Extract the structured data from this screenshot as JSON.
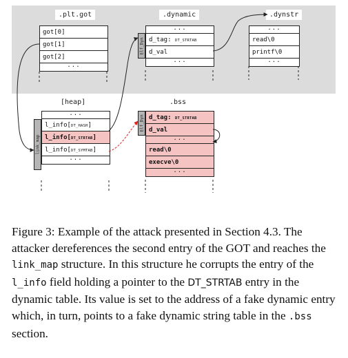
{
  "sections": {
    "plt_got": ".plt.got",
    "dynamic": ".dynamic",
    "dynstr": ".dynstr",
    "heap": "[heap]",
    "bss": ".bss"
  },
  "got": {
    "rows": [
      "got[0]",
      "got[1]",
      "got[2]"
    ],
    "ellipsis": "..."
  },
  "dynamic": {
    "tab_label": "Elf_Dyn",
    "ellipsis": "...",
    "tag_label": "d_tag: ",
    "tag_value": "DT_STRTAB",
    "val_label": "d_val"
  },
  "dynstr": {
    "ellipsis": "...",
    "entries": [
      "read\\0",
      "printf\\0"
    ]
  },
  "heap": {
    "tab_label": "link_map",
    "ellipsis": "...",
    "rows": [
      {
        "label": "l_info[",
        "sub": "DT_HASH",
        "close": "]"
      },
      {
        "label": "l_info[",
        "sub": "DT_STRTAB",
        "close": "]"
      },
      {
        "label": "l_info[",
        "sub": "DT_SYMTAB",
        "close": "]"
      }
    ]
  },
  "bss": {
    "tab_label": "Elf_Dyn",
    "ellipsis": "...",
    "tag_label": "d_tag: ",
    "tag_value": "DT_STRTAB",
    "val_label": "d_val",
    "entries": [
      "read\\0",
      "execve\\0"
    ]
  },
  "caption": {
    "prefix": "Figure 3: Example of the attack presented in Section 4.3. The attacker dereferences the second entry of the GOT and reaches the ",
    "code1": "link_map",
    "mid1": " structure. In this structure he corrupts the entry of the ",
    "code2": "l_info",
    "mid2": " field holding a pointer to the ",
    "code3": "DT_STRTAB",
    "mid3": " entry in the dynamic table. Its value is set to the address of a fake dynamic entry which, in turn, points to a fake dynamic string table in the ",
    "code4": ".bss",
    "suffix": " section."
  },
  "colors": {
    "band": "#dcdcdc",
    "highlight": "#f6c3c3",
    "tab": "#b5b5b5",
    "fake_pointer": "#dd2222"
  }
}
